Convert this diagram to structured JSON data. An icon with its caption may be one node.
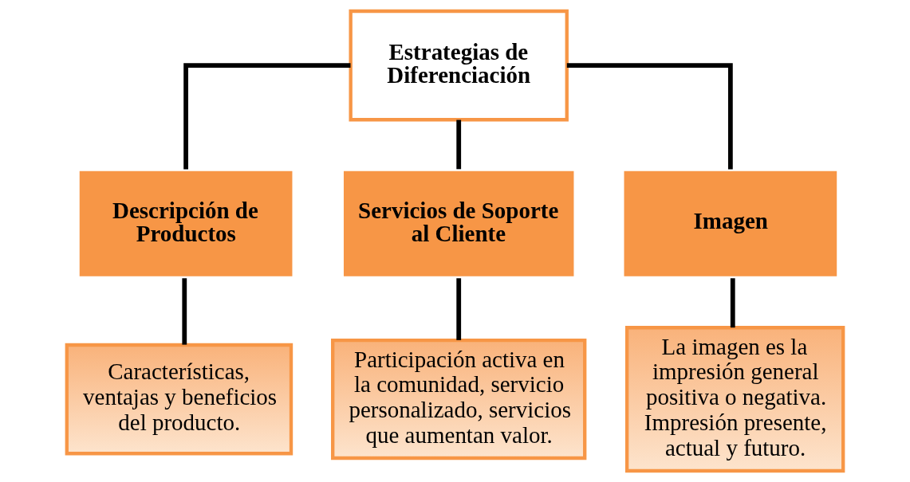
{
  "diagram": {
    "nodes": [
      {
        "text": [
          "Estrategias de Diferenciación"
        ]
      },
      {
        "text": [
          "Descripción de Productos"
        ]
      },
      {
        "text": [
          "Servicios de Soporte al Cliente"
        ]
      },
      {
        "text": [
          "Imagen"
        ]
      },
      {
        "text": [
          "Características, ventajas y beneficios del producto."
        ]
      },
      {
        "text": [
          "Participación activa en la comunidad, servicio personalizado, servicios que aumentan valor."
        ]
      },
      {
        "text": [
          "La imagen es la impresión general positiva o negativa. Impresión presente, actual y futuro."
        ]
      }
    ],
    "edges": [
      {
        "from": 0,
        "to": 1,
        "arrow": "none"
      },
      {
        "from": 0,
        "to": 2,
        "arrow": "none"
      },
      {
        "from": 0,
        "to": 3,
        "arrow": "none"
      },
      {
        "from": 1,
        "to": 4,
        "arrow": "none"
      },
      {
        "from": 2,
        "to": 5,
        "arrow": "none"
      },
      {
        "from": 3,
        "to": 6,
        "arrow": "none"
      }
    ]
  }
}
